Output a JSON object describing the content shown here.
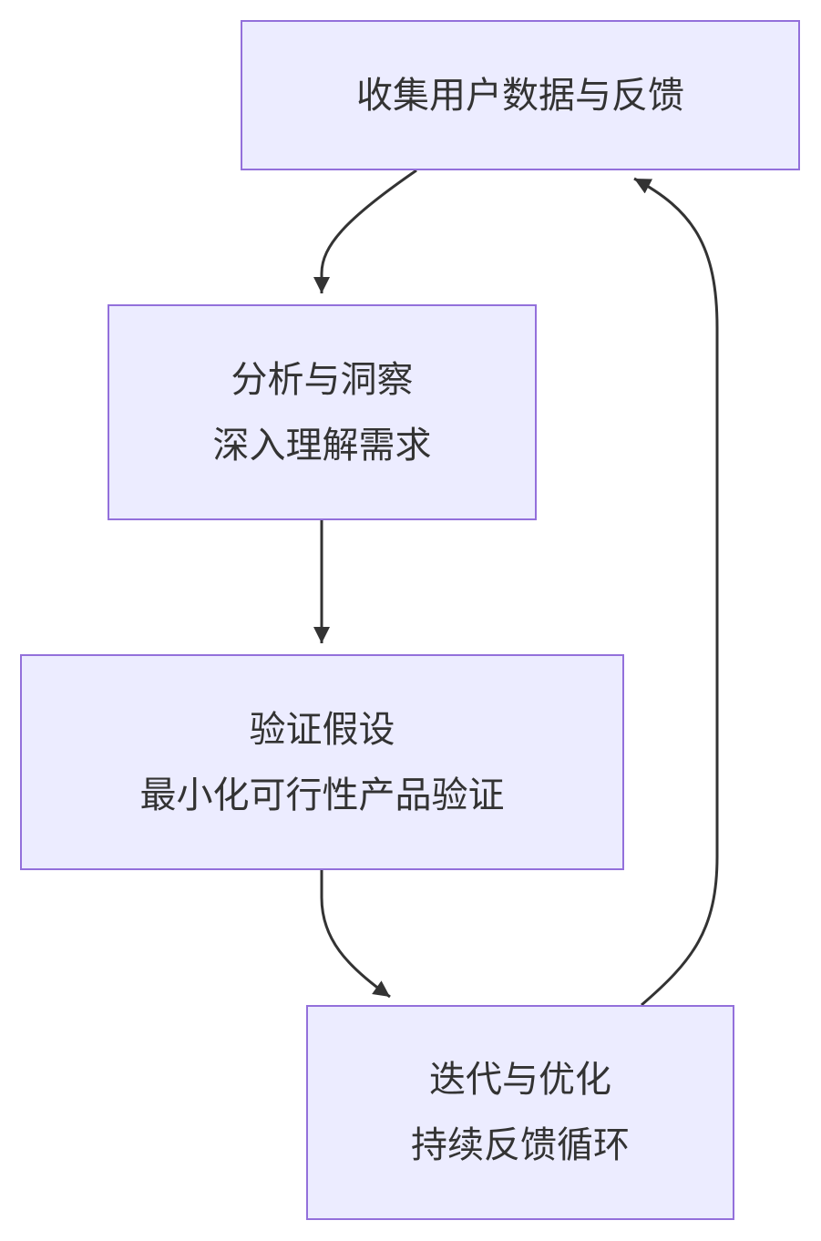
{
  "diagram": {
    "type": "flowchart",
    "direction": "top-down",
    "colors": {
      "node_fill": "#ECECFF",
      "node_border": "#9370DB",
      "text": "#333333",
      "edge": "#333333",
      "background": "#FFFFFF"
    },
    "nodes": [
      {
        "id": "n1",
        "lines": [
          "收集用户数据与反馈"
        ]
      },
      {
        "id": "n2",
        "lines": [
          "分析与洞察",
          "深入理解需求"
        ]
      },
      {
        "id": "n3",
        "lines": [
          "验证假设",
          "最小化可行性产品验证"
        ]
      },
      {
        "id": "n4",
        "lines": [
          "迭代与优化",
          "持续反馈循环"
        ]
      }
    ],
    "edges": [
      {
        "from": "n1",
        "to": "n2"
      },
      {
        "from": "n2",
        "to": "n3"
      },
      {
        "from": "n3",
        "to": "n4"
      },
      {
        "from": "n4",
        "to": "n1"
      }
    ]
  }
}
